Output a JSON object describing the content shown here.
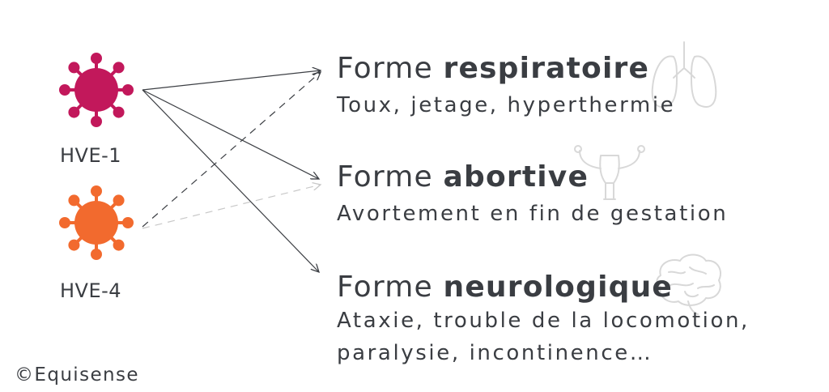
{
  "viruses": [
    {
      "label": "HVE-1",
      "color": "#c2185b"
    },
    {
      "label": "HVE-4",
      "color": "#f26a2e"
    }
  ],
  "forms": [
    {
      "prefix": "Forme ",
      "name": "respiratoire",
      "description_lines": [
        "Toux, jetage, hyperthermie"
      ],
      "icon": "lungs-icon"
    },
    {
      "prefix": "Forme ",
      "name": "abortive",
      "description_lines": [
        "Avortement en fin de gestation"
      ],
      "icon": "uterus-icon"
    },
    {
      "prefix": "Forme ",
      "name": "neurologique",
      "description_lines": [
        "Ataxie, trouble de la locomotion,",
        "paralysie, incontinence…"
      ],
      "icon": "brain-icon"
    }
  ],
  "arrows": [
    {
      "from": "HVE-1",
      "to": "respiratoire",
      "style": "solid"
    },
    {
      "from": "HVE-1",
      "to": "abortive",
      "style": "solid"
    },
    {
      "from": "HVE-1",
      "to": "neurologique",
      "style": "solid"
    },
    {
      "from": "HVE-4",
      "to": "respiratoire",
      "style": "dashed"
    },
    {
      "from": "HVE-4",
      "to": "abortive",
      "style": "dashed-light"
    }
  ],
  "copyright": "©Equisense"
}
